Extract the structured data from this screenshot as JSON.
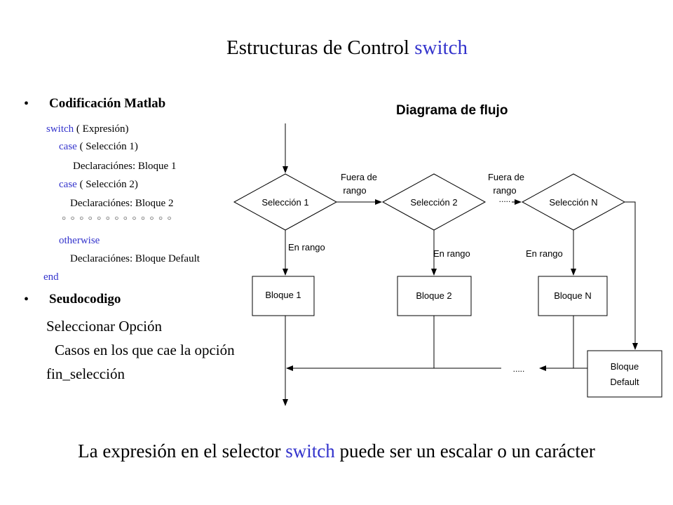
{
  "title": {
    "text": "Estructuras de Control",
    "keyword": "switch"
  },
  "left": {
    "heading_matlab": "Codificación Matlab",
    "code": {
      "line1_kw": "switch",
      "line1_rest": " ( Expresión)",
      "line2_kw": "case",
      "line2_rest": " ( Selección  1)",
      "line3": "Declaraciónes: Bloque 1",
      "line4_kw": "case",
      "line4_rest": " ( Selección 2)",
      "line5": "Declaraciónes: Bloque 2",
      "dots": "○ ○ ○ ○ ○ ○ ○ ○ ○ ○ ○ ○ ○",
      "line7_kw": "otherwise",
      "line8": "Declaraciónes: Bloque Default",
      "line9_kw": "end"
    },
    "heading_pseudo": "Seudocodigo",
    "pseudo": {
      "line1": "Seleccionar Opción",
      "line2": "Casos en los que cae la opción",
      "line3": "fin_selección"
    }
  },
  "flow": {
    "title": "Diagrama de flujo",
    "decisions": [
      "Selección 1",
      "Selección 2",
      "Selección N"
    ],
    "out_of_range": [
      "Fuera de",
      "rango"
    ],
    "in_range": "En rango",
    "blocks": [
      "Bloque 1",
      "Bloque 2",
      "Bloque N"
    ],
    "default_block": [
      "Bloque",
      "Default"
    ],
    "ellipsis": "....."
  },
  "footer": {
    "before": "La expresión en el selector ",
    "keyword": "switch",
    "after": " puede ser un escalar o  un carácter"
  }
}
